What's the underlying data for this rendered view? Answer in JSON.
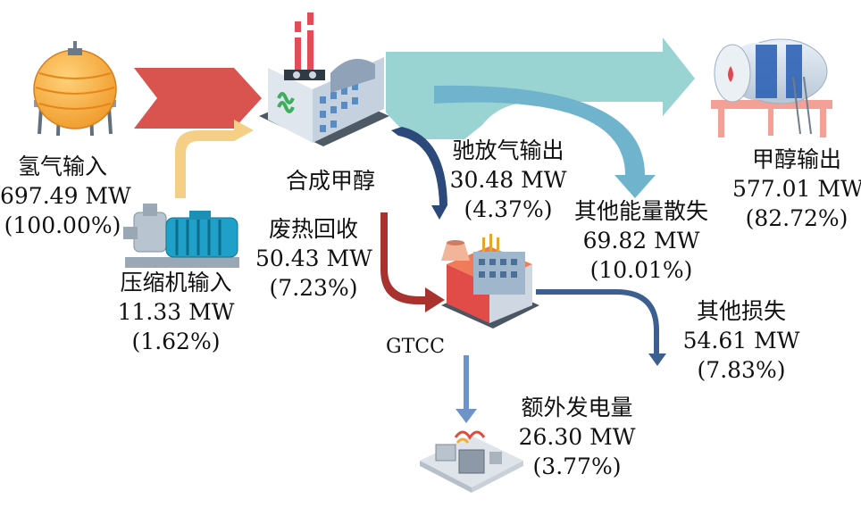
{
  "diagram": {
    "nodes": {
      "hydrogen_input": {
        "name": "氢气输入",
        "value": "697.49 MW",
        "percent": "(100.00%)"
      },
      "compressor_input": {
        "name": "压缩机输入",
        "value": "11.33 MW",
        "percent": "(1.62%)"
      },
      "methanol_synthesis": {
        "name": "合成甲醇"
      },
      "purge_gas_output": {
        "name": "驰放气输出",
        "value": "30.48 MW",
        "percent": "(4.37%)"
      },
      "other_energy_loss": {
        "name": "其他能量散失",
        "value": "69.82 MW",
        "percent": "(10.01%)"
      },
      "methanol_output": {
        "name": "甲醇输出",
        "value": "577.01 MW",
        "percent": "(82.72%)"
      },
      "waste_heat_recovery": {
        "name": "废热回收",
        "value": "50.43 MW",
        "percent": "(7.23%)"
      },
      "gtcc": {
        "name": "GTCC"
      },
      "other_losses": {
        "name": "其他损失",
        "value": "54.61 MW",
        "percent": "(7.83%)"
      },
      "extra_power": {
        "name": "额外发电量",
        "value": "26.30 MW",
        "percent": "(3.77%)"
      }
    },
    "colors": {
      "hydrogen_flow": "#d9534f",
      "compressor_flow": "#f5cf86",
      "methanol_flow": "#99d4d2",
      "loss_flow": "#6fb3cd",
      "purge_flow": "#2b4a7b",
      "waste_heat_flow": "#a8322e",
      "other_loss_flow": "#3d5f8f",
      "power_flow": "#6d93c9"
    },
    "icons": [
      "hydrogen-tank-icon",
      "compressor-pump-icon",
      "methanol-plant-icon",
      "methanol-tank-icon",
      "gtcc-plant-icon",
      "substation-icon"
    ]
  }
}
